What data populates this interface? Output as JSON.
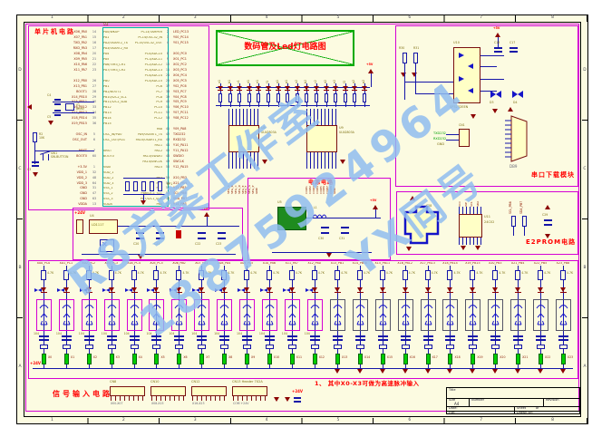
{
  "colors": {
    "sheet": "#FCFBE1",
    "section_border": "#D400D4",
    "wire": "#1414A8",
    "component_outline": "#7A1010",
    "net_text": "#8B1A00",
    "red_label": "#FF0000",
    "watermark": "#8FBCEE",
    "green_box": "#00AA00",
    "connector_green": "#00CE00",
    "mcu_border": "#00A8A8"
  },
  "zones": {
    "cols": [
      "1",
      "2",
      "3",
      "4",
      "5",
      "6",
      "7",
      "8"
    ],
    "rows": [
      "D",
      "C",
      "B",
      "A"
    ]
  },
  "watermark": {
    "line1": "R8方案工作室",
    "line2": "18875924964",
    "line3": "YX同号"
  },
  "mcu": {
    "title": "单片机电路",
    "ref": "U3",
    "crystal": {
      "y": "Y1",
      "freq": "8MHz",
      "c1": "C4",
      "c2": "C5"
    },
    "reset": {
      "r": "R2",
      "rv": "10K",
      "sw": "SW1",
      "swname": "SW-BUTTON",
      "c": "C3"
    },
    "rpack": "RP1",
    "left_pins": [
      {
        "n": "X06_PA0",
        "p": "14",
        "f": "PA0/WKUP"
      },
      {
        "n": "X07_PA1",
        "p": "15",
        "f": "PA1"
      },
      {
        "n": "TXD_PA2",
        "p": "16",
        "f": "PA2/USART2_TX"
      },
      {
        "n": "RXD_PA3",
        "p": "17",
        "f": "PA3/USART2_RX"
      },
      {
        "n": "X08_PA4",
        "p": "20",
        "f": "PA4"
      },
      {
        "n": "X09_PA5",
        "p": "21",
        "f": "PA5"
      },
      {
        "n": "X10_PA6",
        "p": "22",
        "f": "PA6/TIM3_CH1"
      },
      {
        "n": "X11_PA7",
        "p": "23",
        "f": "PA7/TIM3_CH2"
      },
      {
        "n": "",
        "p": "",
        "f": ""
      },
      {
        "n": "X12_PB0",
        "p": "26",
        "f": "PB0"
      },
      {
        "n": "X13_PB1",
        "p": "27",
        "f": "PB1"
      },
      {
        "n": "BOOT1",
        "p": "28",
        "f": "PB2/BOOT1"
      },
      {
        "n": "X14_PB10",
        "p": "29",
        "f": "PB10/I2C2_SCL"
      },
      {
        "n": "X15_PB11",
        "p": "30",
        "f": "PB11/I2C2_SDA"
      },
      {
        "n": "X16_PB12",
        "p": "33",
        "f": "PB12"
      },
      {
        "n": "X17_PB13",
        "p": "34",
        "f": "PB13"
      },
      {
        "n": "X18_PB14",
        "p": "35",
        "f": "PB14"
      },
      {
        "n": "X19_PB15",
        "p": "36",
        "f": "PB15"
      },
      {
        "n": "",
        "p": "",
        "f": ""
      },
      {
        "n": "OSC_IN",
        "p": "5",
        "f": "OSC_IN/PD0"
      },
      {
        "n": "OSC_OUT",
        "p": "6",
        "f": "OSC_OUT/PD1"
      },
      {
        "n": "",
        "p": "",
        "f": ""
      },
      {
        "n": "NRST",
        "p": "7",
        "f": "NRST"
      },
      {
        "n": "BOOT0",
        "p": "60",
        "f": "BOOT0"
      },
      {
        "n": "",
        "p": "",
        "f": ""
      },
      {
        "n": "+3.3V",
        "p": "1",
        "f": "VBAT"
      },
      {
        "n": "VDD_1",
        "p": "32",
        "f": "VDD_1"
      },
      {
        "n": "VDD_2",
        "p": "48",
        "f": "VDD_2"
      },
      {
        "n": "VDD_3",
        "p": "64",
        "f": "VDD_3"
      },
      {
        "n": "GND",
        "p": "31",
        "f": "VSS_1"
      },
      {
        "n": "GND",
        "p": "47",
        "f": "VSS_2"
      },
      {
        "n": "GND",
        "p": "63",
        "f": "VSS_3"
      },
      {
        "n": "VDDA",
        "p": "13",
        "f": "VDDA"
      }
    ],
    "right_pins": [
      {
        "f": "PC13/TAMPER",
        "p": "2",
        "n": "LED_PC13"
      },
      {
        "f": "PC14/OSC32_IN",
        "p": "3",
        "n": "Y00_PC14"
      },
      {
        "f": "PC15/OSC32_OUT",
        "p": "4",
        "n": "Y01_PC15"
      },
      {
        "f": "",
        "p": "",
        "n": ""
      },
      {
        "f": "PC0/ADC10",
        "p": "8",
        "n": "X00_PC0"
      },
      {
        "f": "PC1/ADC11",
        "p": "9",
        "n": "X01_PC1"
      },
      {
        "f": "PC2/ADC12",
        "p": "10",
        "n": "X02_PC2"
      },
      {
        "f": "PC3/ADC13",
        "p": "11",
        "n": "X03_PC3"
      },
      {
        "f": "PC4/ADC14",
        "p": "24",
        "n": "X04_PC4"
      },
      {
        "f": "PC5/ADC15",
        "p": "25",
        "n": "X05_PC5"
      },
      {
        "f": "PC6",
        "p": "37",
        "n": "Y02_PC6"
      },
      {
        "f": "PC7",
        "p": "38",
        "n": "Y03_PC7"
      },
      {
        "f": "PC8",
        "p": "39",
        "n": "Y04_PC8"
      },
      {
        "f": "PC9",
        "p": "40",
        "n": "Y05_PC9"
      },
      {
        "f": "PC10",
        "p": "51",
        "n": "Y06_PC10"
      },
      {
        "f": "PC11",
        "p": "52",
        "n": "Y07_PC11"
      },
      {
        "f": "PC12",
        "p": "53",
        "n": "Y08_PC12"
      },
      {
        "f": "",
        "p": "",
        "n": ""
      },
      {
        "f": "PA8",
        "p": "41",
        "n": "Y09_PA8"
      },
      {
        "f": "PA9/USART1_TX",
        "p": "42",
        "n": "TXD232"
      },
      {
        "f": "PA10/USART1_RX",
        "p": "43",
        "n": "RXD232"
      },
      {
        "f": "PA11",
        "p": "44",
        "n": "Y10_PA11"
      },
      {
        "f": "PA12",
        "p": "45",
        "n": "Y11_PA12"
      },
      {
        "f": "PA13/SWDIO",
        "p": "46",
        "n": "SWDIO"
      },
      {
        "f": "PA14/SWCLK",
        "p": "49",
        "n": "SWCLK"
      },
      {
        "f": "PA15",
        "p": "50",
        "n": "Y12_PA15"
      },
      {
        "f": "",
        "p": "",
        "n": ""
      },
      {
        "f": "PB3",
        "p": "55",
        "n": "X20_PB3"
      },
      {
        "f": "PB4",
        "p": "56",
        "n": "X21_PB4"
      },
      {
        "f": "PB5",
        "p": "57",
        "n": "Y13_PB5"
      },
      {
        "f": "PB6/I2C1_SCL",
        "p": "58",
        "n": "SCL_PB6"
      },
      {
        "f": "PB7/I2C1_SDA",
        "p": "59",
        "n": "SDA_PB7"
      },
      {
        "f": "PB8",
        "p": "61",
        "n": "Y14_PB8"
      }
    ]
  },
  "display": {
    "title": "数码管及Led灯电路图",
    "rail": "+5V",
    "seg_labels": [
      "a1",
      "b1",
      "c1",
      "d1",
      "e1",
      "f1",
      "g1",
      "p1",
      "a2",
      "b2",
      "c2",
      "d2",
      "e2",
      "f2",
      "g2",
      "p2"
    ],
    "uln": [
      {
        "ref": "U8",
        "name": "ULN2803A",
        "outs": [
          "SEG_A",
          "SEG_B",
          "SEG_C",
          "SEG_D",
          "SEG_E",
          "SEG_F",
          "SEG_G",
          "SEG_P",
          "GND"
        ]
      },
      {
        "ref": "U9",
        "name": "ULN2803A",
        "outs": [
          "COM1",
          "COM2",
          "COM3",
          "COM4",
          "COM5",
          "COM6",
          "COM7",
          "COM8",
          "GND"
        ]
      }
    ]
  },
  "serial": {
    "title": "串口下载模块",
    "chip_ref": "U10",
    "chip_name": "SP3232EEN",
    "r1": "R30",
    "r2": "R31",
    "caps": [
      "C16",
      "C17"
    ],
    "tvs1": "D3",
    "tvs2": "D4",
    "cn_ref": "CN1",
    "tx": "TXD232",
    "rx": "RXD232",
    "gnd": "GND",
    "db9": "DB9",
    "rail": "+5V"
  },
  "power1": {
    "ref": "U4",
    "name": "LD1117",
    "in": "+24V",
    "out": "+5V",
    "c1": "C20",
    "c2": "C21",
    "c3": "C22",
    "c4": "C23"
  },
  "power2": {
    "title": "电源电路",
    "ref": "U5",
    "l": "L1",
    "c1": "C30",
    "c2": "C31",
    "out": "+5V"
  },
  "eeprom": {
    "title": "E2PROM电路",
    "ref": "U11",
    "name": "24C02",
    "bat": "C28",
    "cap": "C29",
    "rail": "+5V",
    "pins": [
      "VCC",
      "WP",
      "SCL",
      "SDA"
    ],
    "pull1": "SCL_PB6",
    "pull2": "SDA_PB7"
  },
  "input": {
    "title": "信号输入电路",
    "note": "1、 其中X0-X3可做为高速脉冲输入",
    "rail": "+24V",
    "res_value": "4.7K",
    "cap_value": "104",
    "channels_a": [
      {
        "net": "X00_PC0",
        "conn": "X0"
      },
      {
        "net": "X01_PC1",
        "conn": "X1"
      },
      {
        "net": "X02_PC2",
        "conn": "X2"
      },
      {
        "net": "X03_PC3",
        "conn": "X3"
      },
      {
        "net": "X04_PC4",
        "conn": "X4"
      },
      {
        "net": "X05_PC5",
        "conn": "X5"
      },
      {
        "net": "X06_PA0",
        "conn": "X6"
      },
      {
        "net": "X07_PA1",
        "conn": "X7"
      },
      {
        "net": "X08_PA4",
        "conn": "X8"
      },
      {
        "net": "X09_PA5",
        "conn": "X9"
      },
      {
        "net": "X10_PA6",
        "conn": "X10"
      },
      {
        "net": "X11_PA7",
        "conn": "X11"
      },
      {
        "net": "X12_PB0",
        "conn": "X12"
      }
    ],
    "channels_b": [
      {
        "net": "X13_PB1",
        "conn": "X13"
      },
      {
        "net": "X14_PB10",
        "conn": "X14"
      },
      {
        "net": "X15_PB11",
        "conn": "X15"
      },
      {
        "net": "X16_PB12",
        "conn": "X16"
      },
      {
        "net": "X17_PB13",
        "conn": "X17"
      },
      {
        "net": "X18_PB14",
        "conn": "X18"
      },
      {
        "net": "X19_PB15",
        "conn": "X19"
      },
      {
        "net": "X20_PB3",
        "conn": "X20"
      },
      {
        "net": "X21_PB4",
        "conn": "X21"
      },
      {
        "net": "X22_PB5",
        "conn": "X22"
      },
      {
        "net": "X23_PB8",
        "conn": "X23"
      }
    ],
    "headers": [
      {
        "ref": "CN8",
        "pins": "X00-X07"
      },
      {
        "ref": "CN10",
        "pins": "X08-X15"
      },
      {
        "ref": "CN12",
        "pins": "X16-X23"
      },
      {
        "ref": "CN13",
        "name": "Header 7X2A",
        "pins": "COM +24V"
      }
    ]
  },
  "title_block": {
    "title_label": "Title",
    "size_label": "Size",
    "size": "A4",
    "number_label": "Number",
    "rev_label": "Revision",
    "date_label": "Date:",
    "sheet_label": "Sheet",
    "of_label": "of",
    "file_label": "File:",
    "drawn_label": "Drawn By:"
  }
}
